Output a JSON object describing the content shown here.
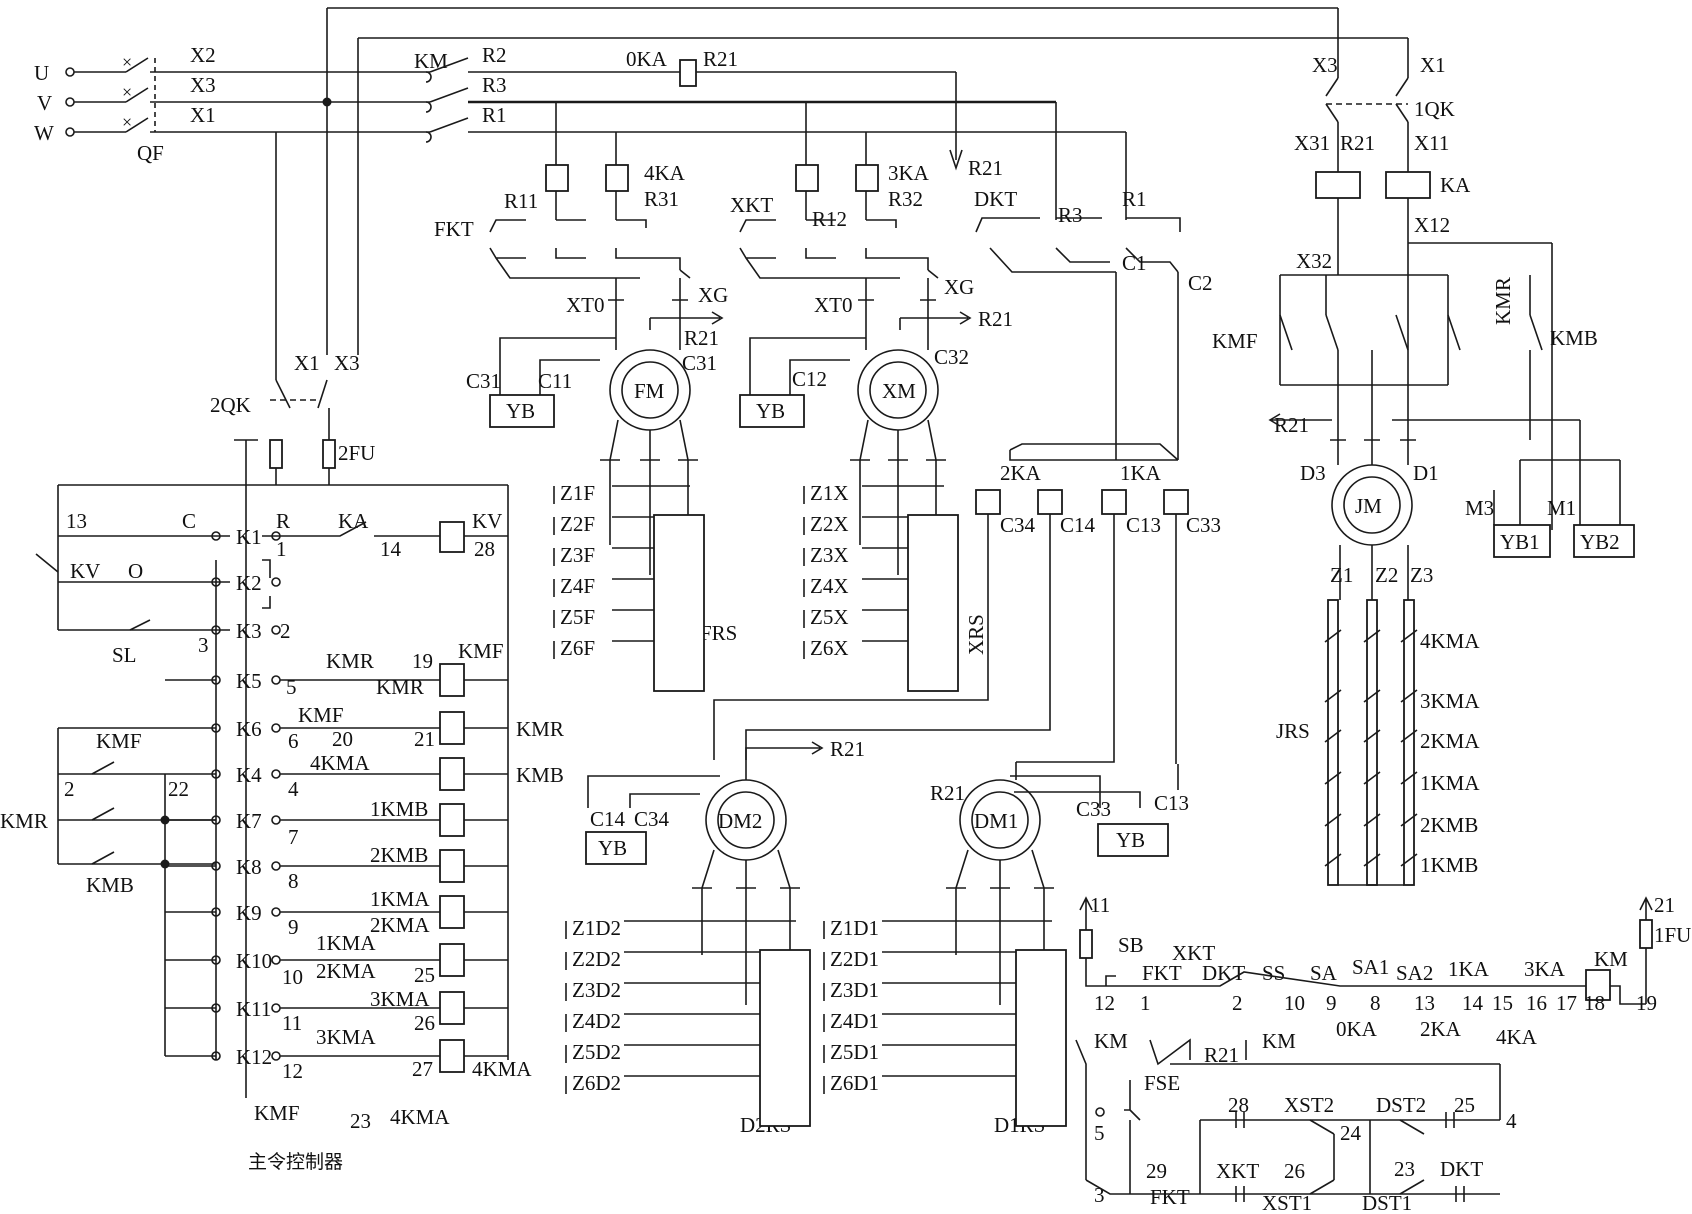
{
  "supply": {
    "u": "U",
    "v": "V",
    "w": "W",
    "breaker": "QF",
    "x2": "X2",
    "x3": "X3",
    "x1": "X1"
  },
  "main_contactor": {
    "km": "KM",
    "r2": "R2",
    "r3": "R3",
    "r1": "R1",
    "oka": "0KA",
    "r21": "R21"
  },
  "isolator": {
    "x3": "X3",
    "x1": "X1",
    "qk": "1QK",
    "x31": "X31",
    "x11": "X11",
    "ka": "KA",
    "x12": "X12",
    "x32": "X32"
  },
  "hoist": {
    "kmf": "KMF",
    "kmr": "KMR",
    "kmb": "KMB",
    "motor": "JM",
    "d3": "D3",
    "d1": "D1",
    "m3": "M3",
    "m1": "M1",
    "yb1": "YB1",
    "yb2": "YB2",
    "z1": "Z1",
    "z2": "Z2",
    "z3": "Z3",
    "resistor": "JRS",
    "contacts": [
      "4KMA",
      "3KMA",
      "2KMA",
      "1KMA",
      "2KMB",
      "1KMB"
    ]
  },
  "fm_group": {
    "coil": "4KA",
    "r11": "R11",
    "r31": "R31",
    "ctl": "FKT",
    "xt0": "XT0",
    "xg": "XG",
    "r21": "R21",
    "c31": "C31",
    "c11": "C11",
    "brake": "YB",
    "motor": "FM",
    "resistor": "FRS",
    "taps": [
      "Z1F",
      "Z2F",
      "Z3F",
      "Z4F",
      "Z5F",
      "Z6F"
    ]
  },
  "xm_group": {
    "coil": "3KA",
    "ctl": "XKT",
    "r12": "R12",
    "r32": "R32",
    "xt0": "XT0",
    "xg": "XG",
    "r21": "R21",
    "c32": "C32",
    "c12": "C12",
    "brake": "YB",
    "motor": "XM",
    "resistor": "XRS",
    "taps": [
      "Z1X",
      "Z2X",
      "Z3X",
      "Z4X",
      "Z5X",
      "Z6X"
    ]
  },
  "dm_control": {
    "ctl": "DKT",
    "r3": "R3",
    "r1": "R1",
    "c1": "C1",
    "c2": "C2",
    "r21": "R21",
    "coils": [
      "2KA",
      "1KA"
    ],
    "c34": "C34",
    "c14": "C14",
    "c13": "C13",
    "c33": "C33"
  },
  "dm2_group": {
    "motor": "DM2",
    "r21": "R21",
    "c14": "C14",
    "c34": "C34",
    "brake": "YB",
    "resistor": "D2RS",
    "taps": [
      "Z1D2",
      "Z2D2",
      "Z3D2",
      "Z4D2",
      "Z5D2",
      "Z6D2"
    ]
  },
  "dm1_group": {
    "motor": "DM1",
    "r21": "R21",
    "c33": "C33",
    "c13": "C13",
    "brake": "YB",
    "resistor": "D1RS",
    "taps": [
      "Z1D1",
      "Z2D1",
      "Z3D1",
      "Z4D1",
      "Z5D1",
      "Z6D1"
    ]
  },
  "controller": {
    "qk": "2QK",
    "x1": "X1",
    "x3": "X3",
    "fuse": "2FU",
    "kv": "KV",
    "sl": "SL",
    "ka": "KA",
    "r": "R",
    "c": "C",
    "o": "O",
    "n13": "13",
    "n14": "14",
    "n28": "28",
    "n1": "1",
    "n2": "2",
    "n3": "3",
    "steps": [
      "K1",
      "K2",
      "K3",
      "K5",
      "K6",
      "K4",
      "K7",
      "K8",
      "K9",
      "K10",
      "K11",
      "K12"
    ],
    "coils_right": [
      "KMF",
      "KMR",
      "KMB"
    ],
    "row_labels": {
      "kmr5": "KMR",
      "kmr_c": "KMR",
      "n19": "19",
      "n5": "5",
      "kmf6": "KMF",
      "n6": "6",
      "n20": "20",
      "n21": "21",
      "kma4": "4KMA",
      "n4": "4",
      "n7": "7",
      "n8": "8",
      "n9": "9",
      "n10": "10",
      "n11": "11",
      "n12": "12",
      "n25": "25",
      "n26": "26",
      "n27": "27",
      "kmb1": "1KMB",
      "kmb2": "2KMB",
      "kma1": "1KMA",
      "kma2": "2KMA",
      "kma1b": "1KMA",
      "kma2b": "2KMA",
      "kma3": "3KMA",
      "kma3b": "3KMA",
      "kma4b": "4KMA",
      "kmf_b": "KMF",
      "n23": "23",
      "kma4c": "4KMA",
      "kmf_l": "KMF",
      "kmr_l": "KMR",
      "kmb_l": "KMB",
      "n2l": "2",
      "n22": "22"
    },
    "caption": "主令控制器"
  },
  "safety": {
    "n11": "11",
    "sb": "SB",
    "fkt": "FKT",
    "xkt": "XKT",
    "dkt": "DKT",
    "ss": "SS",
    "sa": "SA",
    "sa1": "SA1",
    "sa2": "SA2",
    "ka1": "1KA",
    "ka3": "3KA",
    "km": "KM",
    "n21": "21",
    "fu": "1FU",
    "nums": [
      "12",
      "1",
      "2",
      "10",
      "9",
      "8",
      "13",
      "14",
      "15",
      "16",
      "17",
      "18",
      "19"
    ],
    "oka": "0KA",
    "ka2": "2KA",
    "ka4": "4KA",
    "km2": "KM",
    "km3": "KM",
    "r21": "R21",
    "fse": "FSE",
    "n5": "5",
    "n3": "3",
    "n28": "28",
    "xst2": "XST2",
    "dst2": "DST2",
    "n25": "25",
    "n4": "4",
    "n24": "24",
    "n29": "29",
    "xkt2": "XKT",
    "n26": "26",
    "n23": "23",
    "dkt2": "DKT",
    "fkt2": "FKT",
    "xst1": "XST1",
    "dst1": "DST1"
  }
}
